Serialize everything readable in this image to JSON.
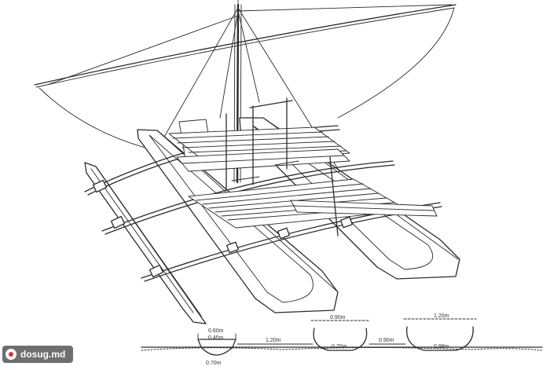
{
  "watermark": {
    "text": "dosug.md",
    "icon": "logo-icon"
  },
  "dimensions": {
    "hull_left_top": "0.60m",
    "hull_left_mid": "0.45m",
    "hull_left_bottom": "0.70m",
    "gap_left": "1.20m",
    "hull_mid_top": "0.90m",
    "hull_mid_bottom": "0.70m",
    "gap_right": "0.90m",
    "hull_right_top": "1.20m",
    "hull_right_bottom": "0.98m"
  }
}
